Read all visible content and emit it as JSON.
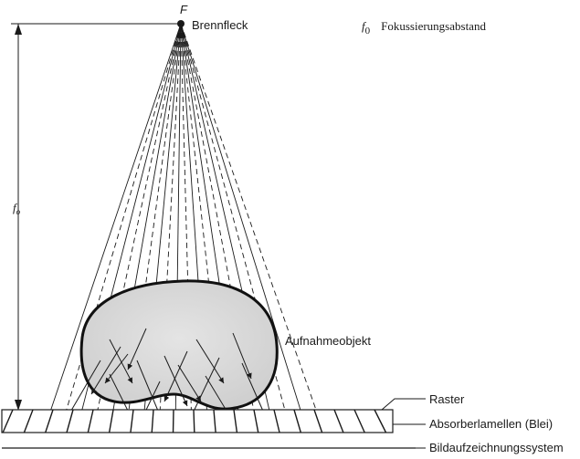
{
  "labels": {
    "focus_letter": "F",
    "focal_spot": "Brennfleck",
    "legend_symbol": "f",
    "legend_subscript": "0",
    "legend_text": "Fokussierungsabstand",
    "distance_symbol": "f",
    "distance_subscript": "o",
    "object": "Aufnahmeobjekt",
    "raster": "Raster",
    "absorber": "Absorberlamellen (Blei)",
    "detector": "Bildaufzeichnungssystem"
  }
}
